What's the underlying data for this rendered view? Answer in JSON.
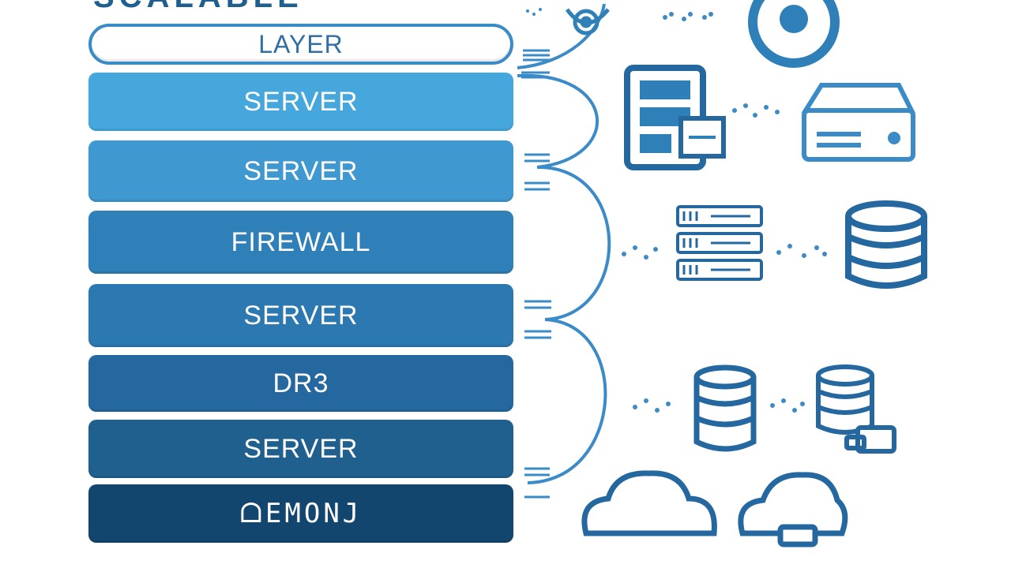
{
  "diagram": {
    "title_fragment": "SCALABLE",
    "layers": [
      {
        "label": "LAYER",
        "style": "outline"
      },
      {
        "label": "SERVER",
        "style": "fill"
      },
      {
        "label": "SERVER",
        "style": "fill"
      },
      {
        "label": "FIREWALL",
        "style": "fill"
      },
      {
        "label": "SERVER",
        "style": "fill"
      },
      {
        "label": "DR3",
        "style": "fill"
      },
      {
        "label": "SERVER",
        "style": "fill"
      },
      {
        "label": "ᗝEMONJ",
        "style": "fill"
      }
    ],
    "icons": [
      "shield-target-icon",
      "gear-circle-icon",
      "server-window-icon",
      "storage-drive-icon",
      "server-rack-icon",
      "database-icon",
      "database-small-icon",
      "database-with-box-icon",
      "cloud-icon",
      "cloud-with-drive-icon"
    ],
    "colors": {
      "light_blue": "#46a7dc",
      "mid_blue": "#2f7fb8",
      "dark_blue": "#12466f",
      "line_blue": "#3a8bc7"
    }
  }
}
